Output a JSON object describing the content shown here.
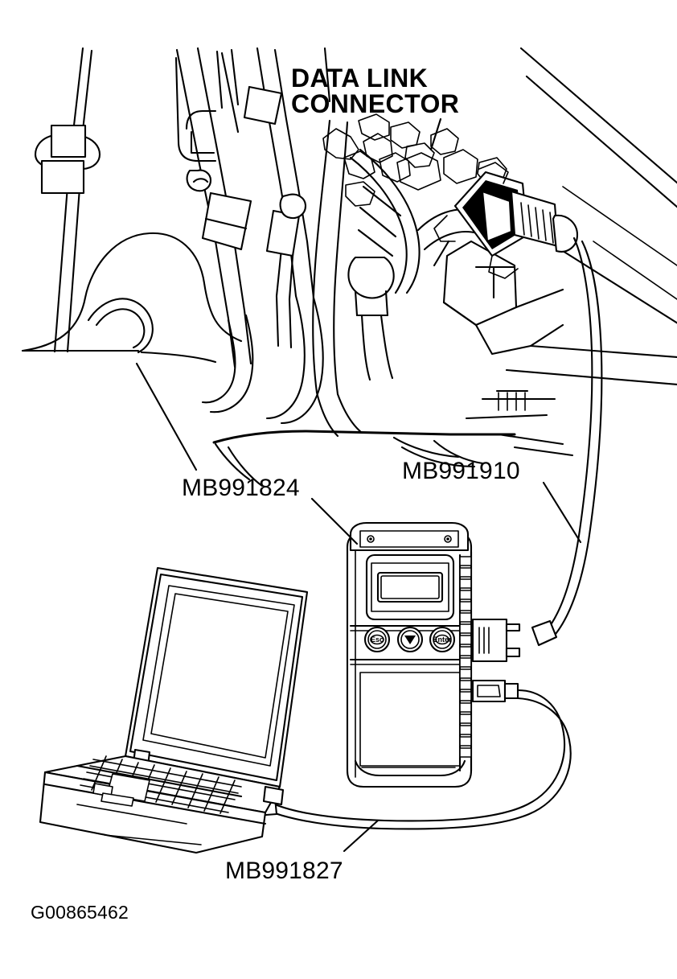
{
  "figure": {
    "title_line1": "DATA LINK",
    "title_line2": "CONNECTOR",
    "figure_id": "G00865462",
    "background_color": "#ffffff",
    "line_color": "#000000"
  },
  "callouts": [
    {
      "id": "data-link-connector",
      "label_line1": "DATA LINK",
      "label_line2": "CONNECTOR",
      "description": "Vehicle diagnostic data link connector under the instrument panel"
    },
    {
      "id": "mb991824",
      "label": "MB991824",
      "description": "Vehicle communication interface / scan tool body"
    },
    {
      "id": "mb991910",
      "label": "MB991910",
      "description": "Main harness cable from data link connector to scan tool"
    },
    {
      "id": "mb991827",
      "label": "MB991827",
      "description": "USB cable from scan tool to personal computer"
    }
  ],
  "scan_tool": {
    "name": "MB991824",
    "display_label": "",
    "buttons": [
      {
        "name": "esc-button",
        "glyph": "Esc"
      },
      {
        "name": "down-arrow-button",
        "glyph": "▼"
      },
      {
        "name": "enter-button",
        "glyph": "Enter"
      }
    ],
    "ports": [
      {
        "name": "dsub-port",
        "label": ""
      },
      {
        "name": "usb-port",
        "label": ""
      }
    ]
  },
  "laptop": {
    "name": "personal-computer",
    "screen_label": "",
    "has_trackpad": true,
    "has_keyboard": true
  },
  "vehicle": {
    "region": "driver-side-underdash",
    "elements": [
      "hood-release-cable",
      "pedal-bracket",
      "steering-column",
      "wiring-harness",
      "junction-block",
      "floor-carpet"
    ]
  }
}
